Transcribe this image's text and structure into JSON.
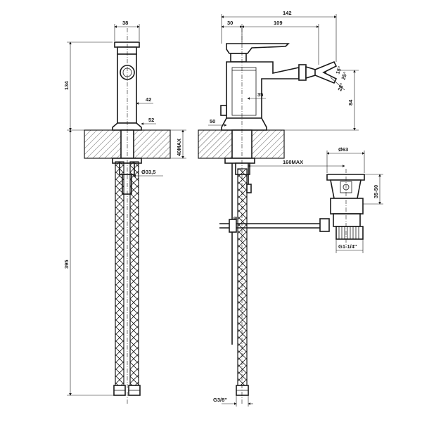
{
  "dimensions": {
    "base_width": "38",
    "height_134": "134",
    "spout_dia_42": "42",
    "base_dia_52": "52",
    "deck_thickness": "40MAX",
    "shank_dia": "Ø33,5",
    "hose_length": "395",
    "overall_length": "142",
    "handle_offset": "30",
    "spout_length": "109",
    "height_84": "84",
    "spout_angle_15": "15°",
    "spout_angle_25": "25°",
    "spout_angle_28": "28°",
    "body_35": "35",
    "base_50": "50",
    "rod_reach": "160MAX",
    "waste_dia": "Ø63",
    "waste_height": "35-50",
    "rod_label": "8",
    "waste_thread": "G1-1/4\"",
    "hose_thread": "G3/8\""
  },
  "colors": {
    "line": "#1a1a1a",
    "background": "#ffffff"
  }
}
